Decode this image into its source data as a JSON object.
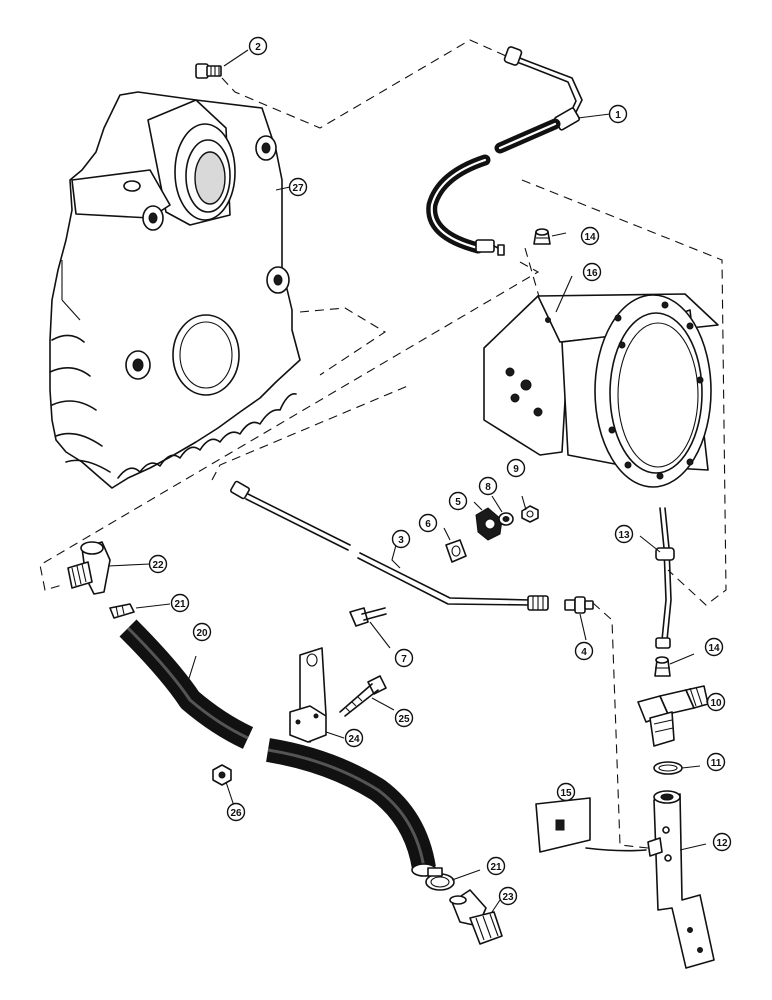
{
  "diagram": {
    "callouts": [
      {
        "id": "c1",
        "label": "1"
      },
      {
        "id": "c2",
        "label": "2"
      },
      {
        "id": "c3",
        "label": "3"
      },
      {
        "id": "c4",
        "label": "4"
      },
      {
        "id": "c5",
        "label": "5"
      },
      {
        "id": "c6",
        "label": "6"
      },
      {
        "id": "c7",
        "label": "7"
      },
      {
        "id": "c8",
        "label": "8"
      },
      {
        "id": "c9",
        "label": "9"
      },
      {
        "id": "c10",
        "label": "10"
      },
      {
        "id": "c11",
        "label": "11"
      },
      {
        "id": "c12",
        "label": "12"
      },
      {
        "id": "c13",
        "label": "13"
      },
      {
        "id": "c14a",
        "label": "14"
      },
      {
        "id": "c14b",
        "label": "14"
      },
      {
        "id": "c15",
        "label": "15"
      },
      {
        "id": "c16",
        "label": "16"
      },
      {
        "id": "c20",
        "label": "20"
      },
      {
        "id": "c21a",
        "label": "21"
      },
      {
        "id": "c21b",
        "label": "21"
      },
      {
        "id": "c22",
        "label": "22"
      },
      {
        "id": "c23",
        "label": "23"
      },
      {
        "id": "c24",
        "label": "24"
      },
      {
        "id": "c25",
        "label": "25"
      },
      {
        "id": "c26",
        "label": "26"
      },
      {
        "id": "c27",
        "label": "27"
      }
    ]
  }
}
